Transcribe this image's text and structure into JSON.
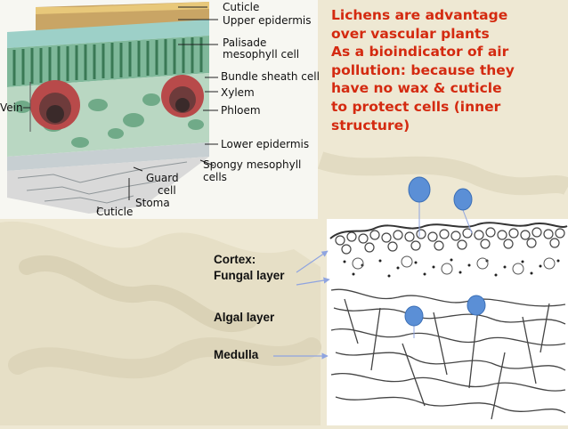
{
  "leaf_diagram": {
    "labels": {
      "cuticle_top": "Cuticle",
      "upper_epidermis": "Upper epidermis",
      "palisade_line1": "Palisade",
      "palisade_line2": "mesophyll cell",
      "bundle_sheath": "Bundle sheath cell",
      "xylem": "Xylem",
      "vein": "Vein",
      "phloem": "Phloem",
      "lower_epidermis": "Lower epidermis",
      "spongy_line1": "Spongy mesophyll",
      "spongy_line2": "cells",
      "guard_line1": "Guard",
      "guard_line2": "cell",
      "stoma": "Stoma",
      "cuticle_bottom": "Cuticle"
    }
  },
  "heading": {
    "line1": "Lichens are advantage",
    "line2": "over vascular plants",
    "line3": "As a bioindicator of air",
    "line4": "pollution: because they",
    "line5": "have no wax & cuticle",
    "line6": "to protect cells (inner",
    "line7": "structure)"
  },
  "lichen_diagram": {
    "labels": {
      "cortex": "Cortex:",
      "fungal_layer": "Fungal layer",
      "algal_layer": "Algal layer",
      "medulla": "Medulla"
    }
  },
  "colors": {
    "heading": "#d42a10",
    "background": "#eee8d3",
    "marker_fill": "#5b8fd6",
    "arrow": "#8fa4e0"
  },
  "icons": [
    "blue-oval-marker",
    "arrow"
  ]
}
